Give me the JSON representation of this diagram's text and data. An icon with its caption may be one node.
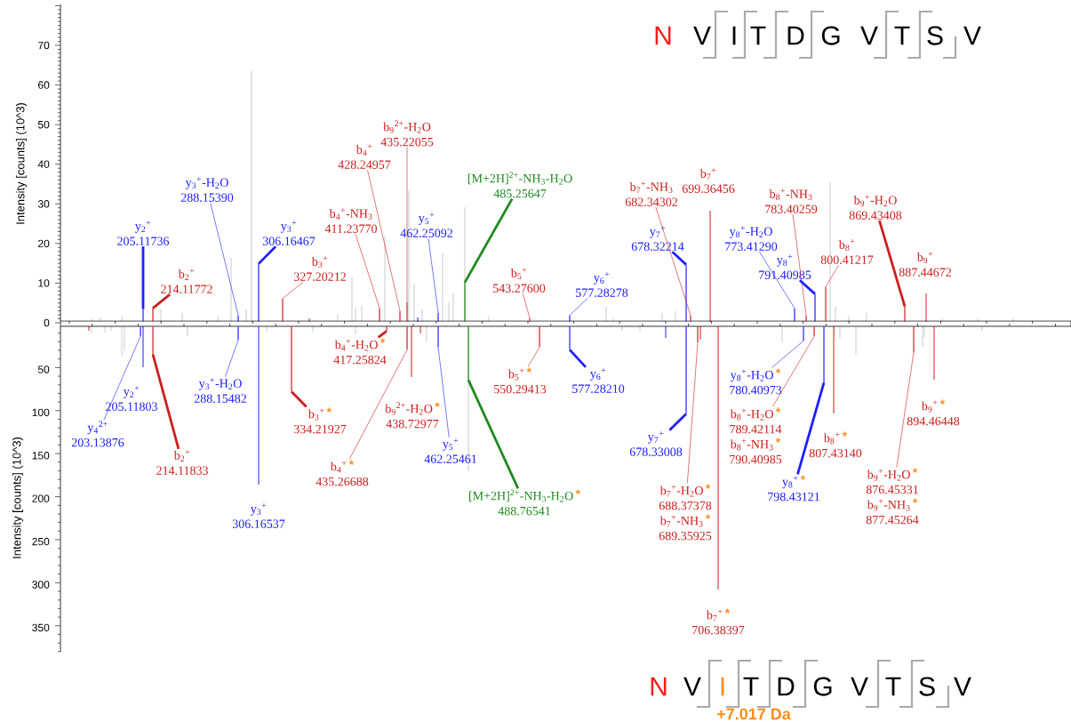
{
  "diagram": {
    "nodes": [
      {
        "text": [
          "y$_{3}$$^{+}$-H$_{2}$O",
          "288.15390"
        ]
      },
      {
        "text": [
          "b$_{9}$$^{2+}$-H$_{2}$O",
          "435.22055"
        ]
      },
      {
        "text": [
          "b$_{4}$$^{+}$",
          "428.24957"
        ]
      },
      {
        "text": [
          "[M+2H]$^{2+}$-NH$_{3}$-H$_{2}$O",
          "485.25647"
        ]
      },
      {
        "text": [
          "b$_{7}$$^{+}$-NH$_{3}$",
          "682.34302"
        ]
      },
      {
        "text": [
          "b$_{7}$$^{+}$",
          "699.36456"
        ]
      },
      {
        "text": [
          "b$_{8}$$^{+}$-NH$_{3}$",
          "783.40259"
        ]
      },
      {
        "text": [
          "b$_{9}$$^{+}$-H$_{2}$O",
          "869.43408"
        ]
      },
      {
        "text": [
          "y$_{2}$$^{+}$",
          "205.11736"
        ]
      },
      {
        "text": [
          "y$_{3}$$^{+}$",
          "306.16467"
        ]
      },
      {
        "text": [
          "b$_{4}$$^{+}$-NH$_{3}$",
          "411.23770"
        ]
      },
      {
        "text": [
          "y$_{5}$$^{+}$",
          "462.25092"
        ]
      },
      {
        "text": [
          "y$_{7}$$^{+}$",
          "678.32214"
        ]
      },
      {
        "text": [
          "y$_{8}$$^{+}$-H$_{2}$O",
          "773.41290"
        ]
      },
      {
        "text": [
          "b$_{2}$$^{+}$",
          "214.11772"
        ]
      },
      {
        "text": [
          "b$_{3}$$^{+}$",
          "327.20212"
        ]
      },
      {
        "text": [
          "y$_{8}$$^{+}$",
          "791.40985"
        ]
      },
      {
        "text": [
          "b$_{8}$$^{+}$",
          "800.41217"
        ]
      },
      {
        "text": [
          "b$_{9}$$^{+}$",
          "887.44672"
        ]
      },
      {
        "text": [
          "b$_{5}$$^{+}$",
          "543.27600"
        ]
      },
      {
        "text": [
          "y$_{6}$$^{+}$",
          "577.28278"
        ]
      },
      {
        "text": [
          "b$_{4}$$^{+}$-H$_{2}$O",
          "417.25824"
        ],
        "beside": [
          "*"
        ]
      },
      {
        "text": [
          "b$_{5}$$^{+}$",
          "550.29413"
        ],
        "beside": [
          "*"
        ]
      },
      {
        "text": [
          "y$_{6}$$^{+}$",
          "577.28210"
        ]
      },
      {
        "text": [
          "y$_{8}$$^{+}$-H$_{2}$O",
          "780.40973"
        ],
        "beside": [
          "*"
        ]
      },
      {
        "text": [
          "y$_{2}$$^{+}$",
          "205.11803"
        ]
      },
      {
        "text": [
          "y$_{3}$$^{+}$-H$_{2}$O",
          "288.15482"
        ]
      },
      {
        "text": [
          "b$_{9}$$^{2+}$-H$_{2}$O",
          "438.72977"
        ],
        "beside": [
          "*"
        ]
      },
      {
        "text": [
          "b$_{3}$$^{+}$",
          "334.21927"
        ],
        "beside": [
          "*"
        ]
      },
      {
        "text": [
          "y$_{4}$$^{2+}$",
          "203.13876"
        ]
      },
      {
        "text": [
          "b$_{8}$$^{+}$-H$_{2}$O",
          "789.42114",
          "b$_{8}$$^{+}$-NH$_{3}$",
          "790.40985"
        ],
        "beside": [
          "*",
          "*"
        ]
      },
      {
        "text": [
          "y$_{7}$$^{+}$",
          "678.33008"
        ]
      },
      {
        "text": [
          "y$_{5}$$^{+}$",
          "462.25461"
        ]
      },
      {
        "text": [
          "b$_{8}$$^{+}$",
          "807.43140"
        ],
        "beside": [
          "*"
        ]
      },
      {
        "text": [
          "b$_{9}$$^{+}$",
          "894.46448"
        ],
        "beside": [
          "*"
        ]
      },
      {
        "text": [
          "b$_{2}$$^{+}$",
          "214.11833"
        ]
      },
      {
        "text": [
          "b$_{4}$$^{+}$",
          "435.26688"
        ],
        "beside": [
          "*"
        ]
      },
      {
        "text": [
          "[M+2H]$^{2+}$-NH$_{3}$-H$_{2}$O",
          "488.76541"
        ],
        "beside": [
          "*"
        ]
      },
      {
        "text": [
          "y$_{8}$$^{+}$",
          "798.43121"
        ],
        "beside": [
          "*"
        ]
      },
      {
        "text": [
          "b$_{9}$$^{+}$-H$_{2}$O",
          "876.45331",
          "b$_{9}$$^{+}$-NH$_{3}$",
          "877.45264"
        ],
        "beside": [
          "*",
          "*"
        ]
      },
      {
        "text": [
          "b$_{7}$$^{+}$-H$_{2}$O",
          "688.37378",
          "b$_{7}$$^{+}$-NH$_{3}$",
          "689.35925"
        ],
        "beside": [
          "*",
          "*"
        ]
      },
      {
        "text": [
          "y$_{3}$$^{+}$",
          "306.16537"
        ]
      },
      {
        "text": [
          "b$_{7}$$^{+}$",
          "706.38397"
        ],
        "beside": [
          "*"
        ]
      },
      {
        "text": [],
        "shape": "bar"
      },
      {
        "text": [],
        "shape": "bar"
      },
      {
        "text": [],
        "shape": "bar"
      },
      {
        "text": [],
        "shape": "bar"
      },
      {
        "text": [],
        "shape": "bar"
      },
      {
        "text": [],
        "shape": "bar"
      },
      {
        "text": [],
        "shape": "bar"
      },
      {
        "text": [],
        "shape": "bar"
      },
      {
        "text": [],
        "shape": "bar"
      },
      {
        "text": [],
        "shape": "bar"
      },
      {
        "text": [],
        "shape": "bar"
      },
      {
        "text": [],
        "shape": "bar"
      },
      {
        "text": [],
        "shape": "bar"
      },
      {
        "text": [],
        "shape": "bar"
      },
      {
        "text": [],
        "shape": "bar"
      },
      {
        "text": [],
        "shape": "bar"
      },
      {
        "text": [],
        "shape": "bar"
      },
      {
        "text": [],
        "shape": "bar"
      },
      {
        "text": [],
        "shape": "bar"
      },
      {
        "text": [],
        "shape": "bar"
      },
      {
        "text": [],
        "shape": "bar"
      },
      {
        "text": [],
        "shape": "bar"
      },
      {
        "text": [],
        "shape": "bar"
      },
      {
        "text": [],
        "shape": "bar"
      },
      {
        "text": [],
        "shape": "bar"
      },
      {
        "text": [],
        "shape": "bar"
      },
      {
        "text": [],
        "shape": "bar"
      },
      {
        "text": [],
        "shape": "bar"
      },
      {
        "text": [],
        "shape": "bar"
      },
      {
        "text": [],
        "shape": "bar"
      },
      {
        "text": [],
        "shape": "bar"
      },
      {
        "text": [],
        "shape": "bar"
      },
      {
        "text": [],
        "shape": "bar"
      },
      {
        "text": [],
        "shape": "bar"
      },
      {
        "text": [],
        "shape": "bar"
      }
    ],
    "edges": [
      {
        "from": 0,
        "to": 43,
        "arrow": "none",
        "color": "#1f1fff"
      },
      {
        "from": 1,
        "to": 44,
        "arrow": "none"
      },
      {
        "from": 2,
        "to": 45,
        "arrow": "none"
      },
      {
        "from": 3,
        "to": 46,
        "arrow": "none",
        "style": "thick",
        "color": "#1f8a1f"
      },
      {
        "from": 4,
        "to": 47,
        "arrow": "none"
      },
      {
        "from": 6,
        "to": 48,
        "arrow": "none"
      },
      {
        "from": 7,
        "to": 49,
        "arrow": "none",
        "style": "thick"
      },
      {
        "from": 8,
        "to": 50,
        "arrow": "none",
        "style": "thick",
        "color": "#1f1fff"
      },
      {
        "from": 9,
        "to": 51,
        "arrow": "none",
        "style": "thick",
        "color": "#1f1fff"
      },
      {
        "from": 10,
        "to": 52,
        "arrow": "none"
      },
      {
        "from": 11,
        "to": 53,
        "arrow": "none",
        "color": "#1f1fff"
      },
      {
        "from": 12,
        "to": 54,
        "arrow": "none",
        "style": "thick",
        "color": "#1f1fff"
      },
      {
        "from": 13,
        "to": 55,
        "arrow": "none",
        "color": "#1f1fff"
      },
      {
        "from": 14,
        "to": 56,
        "arrow": "none",
        "style": "thick"
      },
      {
        "from": 15,
        "to": 57,
        "arrow": "none"
      },
      {
        "from": 16,
        "to": 58,
        "arrow": "none",
        "style": "thick",
        "color": "#1f1fff"
      },
      {
        "from": 17,
        "to": 59,
        "arrow": "none"
      },
      {
        "from": 19,
        "to": 60,
        "arrow": "none"
      },
      {
        "from": 20,
        "to": 61,
        "arrow": "none",
        "color": "#1f1fff"
      },
      {
        "from": 21,
        "to": 62,
        "arrow": "none",
        "style": "thick"
      },
      {
        "from": 22,
        "to": 63,
        "arrow": "none"
      },
      {
        "from": 23,
        "to": 64,
        "arrow": "none",
        "style": "thick",
        "color": "#1f1fff"
      },
      {
        "from": 24,
        "to": 65,
        "arrow": "none",
        "color": "#1f1fff"
      },
      {
        "from": 26,
        "to": 66,
        "arrow": "none",
        "color": "#1f1fff"
      },
      {
        "from": 28,
        "to": 67,
        "arrow": "none",
        "style": "thick"
      },
      {
        "from": 29,
        "to": 68,
        "arrow": "none",
        "color": "#1f1fff"
      },
      {
        "from": 30,
        "to": 69,
        "arrow": "none"
      },
      {
        "from": 31,
        "to": 70,
        "arrow": "none",
        "style": "thick",
        "color": "#1f1fff"
      },
      {
        "from": 32,
        "to": 71,
        "arrow": "none",
        "color": "#1f1fff"
      },
      {
        "from": 35,
        "to": 72,
        "arrow": "none",
        "style": "thick"
      },
      {
        "from": 36,
        "to": 73,
        "arrow": "none"
      },
      {
        "from": 37,
        "to": 74,
        "arrow": "none",
        "style": "thick",
        "color": "#1f8a1f"
      },
      {
        "from": 38,
        "to": 75,
        "arrow": "none",
        "style": "thick",
        "color": "#1f1fff"
      },
      {
        "from": 39,
        "to": 76,
        "arrow": "none"
      },
      {
        "from": 40,
        "to": 77,
        "arrow": "none"
      }
    ],
    "labels": [
      "N",
      "V",
      "I",
      "T",
      "D",
      "G",
      "V",
      "T",
      "S",
      "V",
      "Intensity [counts] (10^3)",
      "70",
      "60",
      "50",
      "40",
      "30",
      "20",
      "10",
      "0",
      "50",
      "100",
      "150",
      "200",
      "250",
      "300",
      "350",
      "Intensity [counts] (10^3)",
      "N",
      "V",
      "I",
      "T",
      "D",
      "G",
      "V",
      "T",
      "S",
      "V",
      "+7.017 Da"
    ]
  }
}
